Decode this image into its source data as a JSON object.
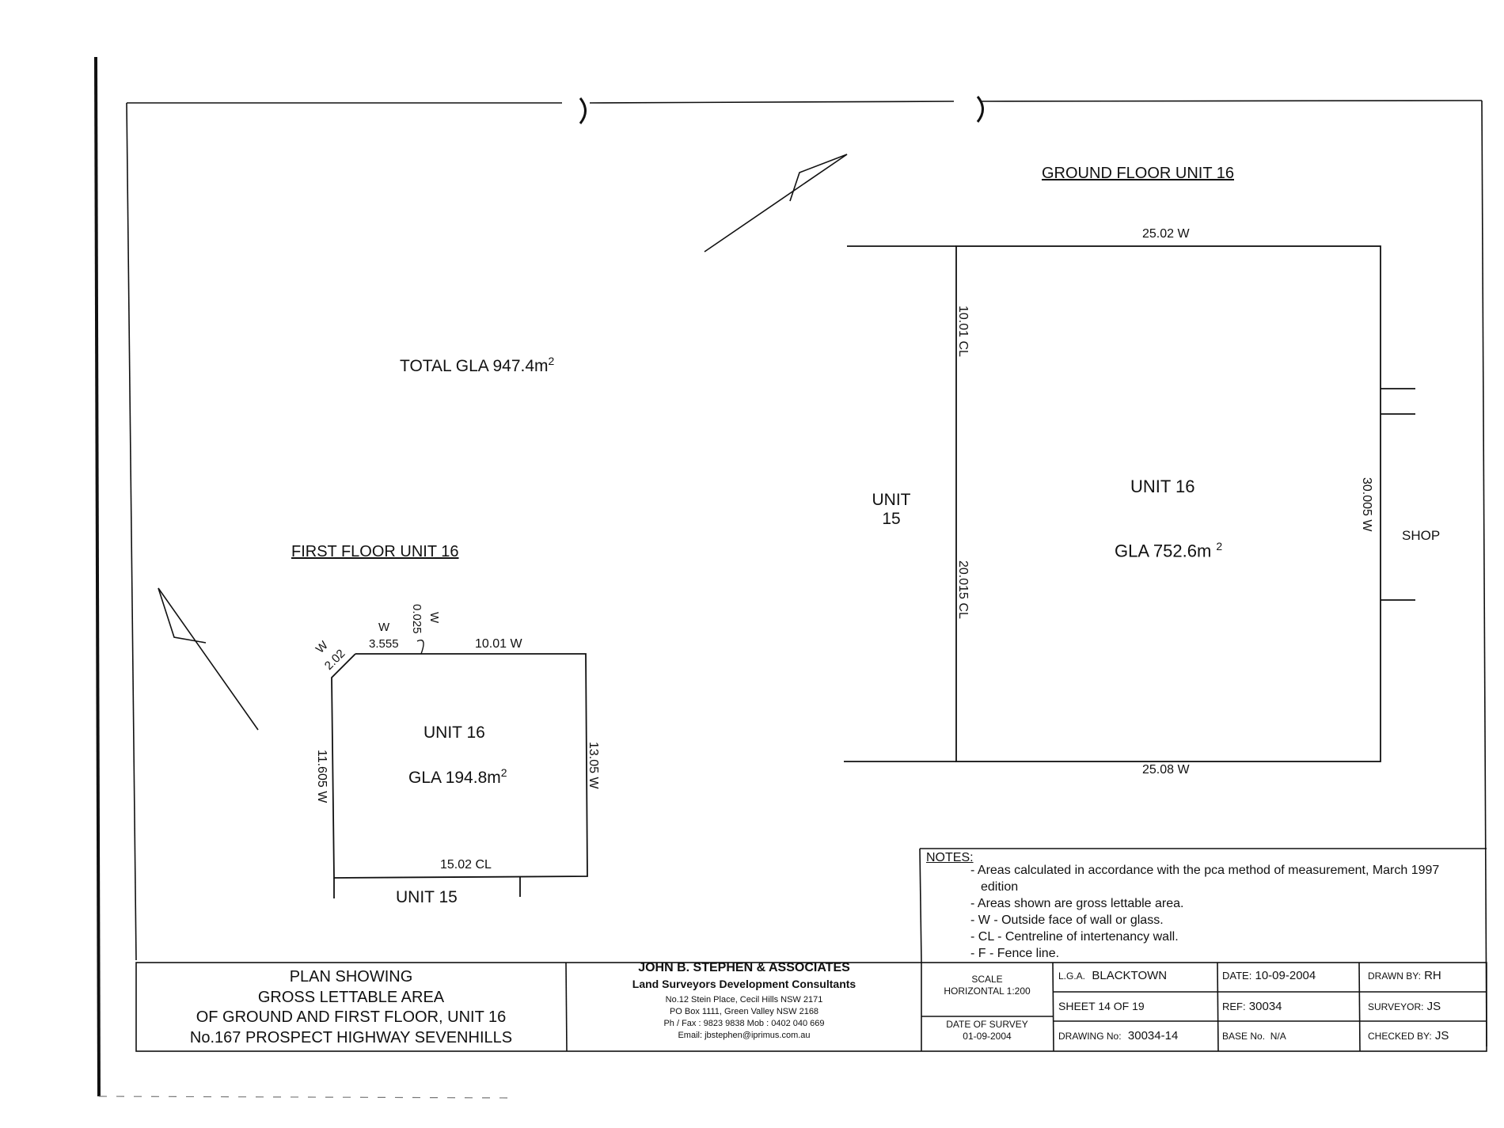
{
  "total_gla": {
    "label": "TOTAL GLA 947.4m",
    "sup": "2"
  },
  "ground_floor": {
    "heading": "GROUND FLOOR UNIT 16",
    "top_dim": "25.02 W",
    "bottom_dim": "25.08 W",
    "left_dim_upper": "10.01 CL",
    "left_dim_lower": "20.015 CL",
    "right_dim": "30.005 W",
    "unit_label": "UNIT 16",
    "gla_label": "GLA 752.6m",
    "gla_sup": "2",
    "neighbor_left_line1": "UNIT",
    "neighbor_left_line2": "15",
    "neighbor_right": "SHOP"
  },
  "first_floor": {
    "heading": "FIRST FLOOR UNIT 16",
    "dim_chamfer_w": "W",
    "dim_chamfer": "2.02",
    "dim_top_left_w": "W",
    "dim_top_left": "3.555",
    "dim_small": "0.025",
    "dim_small_w": "W",
    "top_dim": "10.01 W",
    "left_dim": "11.605 W",
    "right_dim": "13.05 W",
    "bottom_dim": "15.02 CL",
    "unit_label": "UNIT 16",
    "gla_label": "GLA 194.8m",
    "gla_sup": "2",
    "neighbor_bottom": "UNIT 15"
  },
  "notes": {
    "heading": "NOTES:",
    "items": [
      "- Areas calculated in accordance with the pca method of measurement, March 1997",
      "edition",
      "- Areas shown are gross lettable area.",
      "- W - Outside face of wall or glass.",
      "- CL - Centreline of intertenancy wall.",
      "- F - Fence line."
    ]
  },
  "title_block": {
    "plan_title": [
      "PLAN SHOWING",
      "GROSS LETTABLE AREA",
      "OF GROUND AND FIRST FLOOR, UNIT 16",
      "No.167 PROSPECT HIGHWAY SEVENHILLS"
    ],
    "firm_name": "JOHN B. STEPHEN & ASSOCIATES",
    "firm_sub": "Land Surveyors   Development Consultants",
    "firm_lines": [
      "No.12 Stein Place, Cecil Hills NSW 2171",
      "PO Box 1111, Green Valley NSW 2168",
      "Ph / Fax : 9823 9838   Mob : 0402 040 669",
      "Email:  jbstephen@iprimus.com.au"
    ],
    "scale_label": "SCALE",
    "scale_value": "HORIZONTAL  1:200",
    "survey_date_label": "DATE OF SURVEY",
    "survey_date_value": "01-09-2004",
    "lga_label": "L.G.A.",
    "lga_value": "BLACKTOWN",
    "sheet_label": "SHEET 14 OF 19",
    "drawing_label": "DRAWING No:",
    "drawing_value": "30034-14",
    "date_label": "DATE:",
    "date_value": "10-09-2004",
    "ref_label": "REF:",
    "ref_value": "30034",
    "base_label": "BASE No.",
    "base_value": "N/A",
    "drawn_label": "DRAWN BY:",
    "drawn_value": "RH",
    "surveyor_label": "SURVEYOR:",
    "surveyor_value": "JS",
    "checked_label": "CHECKED BY:",
    "checked_value": "JS"
  }
}
